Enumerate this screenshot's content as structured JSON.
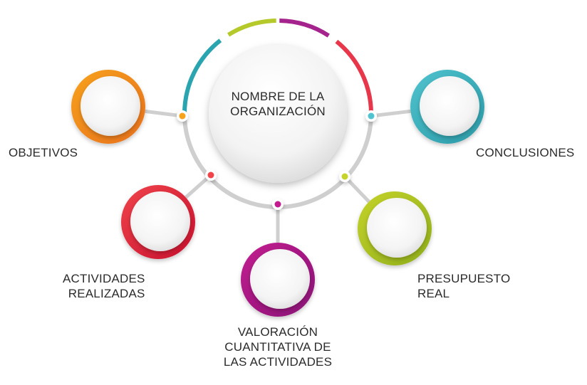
{
  "center": {
    "title": "NOMBRE DE LA\nORGANIZACIÓN"
  },
  "nodes": [
    {
      "id": "objetivos",
      "label": "OBJETIVOS",
      "color_start": "#f7a21b",
      "color_end": "#e8701a"
    },
    {
      "id": "actividades",
      "label": "ACTIVIDADES\nREALIZADAS",
      "color_start": "#f0444b",
      "color_end": "#c8102e"
    },
    {
      "id": "valoracion",
      "label": "VALORACIÓN\nCUANTITATIVA DE\nLAS ACTIVIDADES",
      "color_start": "#c21c8f",
      "color_end": "#8a1577"
    },
    {
      "id": "presupuesto",
      "label": "PRESUPUESTO\nREAL",
      "color_start": "#c5d32a",
      "color_end": "#8fae1b"
    },
    {
      "id": "conclusiones",
      "label": "CONCLUSIONES",
      "color_start": "#4fc3cf",
      "color_end": "#2a9aa6"
    }
  ],
  "arc_colors": [
    "#2aa5b0",
    "#b5c92a",
    "#a5238d",
    "#e8364a"
  ],
  "connector_color": "#cfcfcf"
}
